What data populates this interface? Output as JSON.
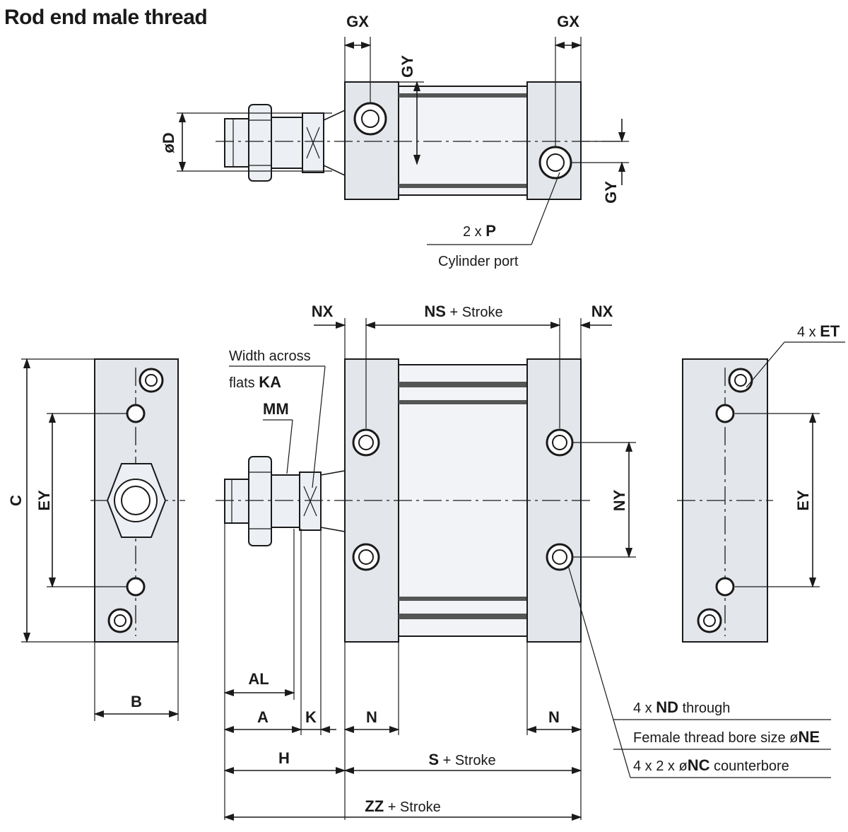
{
  "title": "Rod end male thread",
  "top_view": {
    "gx_left": "GX",
    "gx_right": "GX",
    "gy_top": "GY",
    "gy_right": "GY",
    "diameter_d": "øD",
    "port_count": "2 x ",
    "port_symbol": "P",
    "port_label": "Cylinder port"
  },
  "front_view": {
    "nx_left": "NX",
    "nx_right": "NX",
    "ns": "NS",
    "ns_suffix": " + Stroke",
    "width_across_line1": "Width across",
    "width_across_line2": "flats ",
    "ka": "KA",
    "mm": "MM",
    "ny": "NY",
    "al": "AL",
    "a": "A",
    "k": "K",
    "n_left": "N",
    "n_right": "N",
    "h": "H",
    "s": "S",
    "s_suffix": " + Stroke",
    "zz": "ZZ",
    "zz_suffix": " + Stroke"
  },
  "left_view": {
    "c": "C",
    "ey": "EY",
    "b": "B"
  },
  "right_view": {
    "et_prefix": "4 x ",
    "et": "ET",
    "ey": "EY"
  },
  "notes": {
    "nd_prefix": "4 x ",
    "nd": "ND",
    "nd_suffix": " through",
    "ne_text": "Female thread bore size ø",
    "ne": "NE",
    "nc_prefix": "4 x 2 x ø",
    "nc": "NC",
    "nc_suffix": " counterbore"
  }
}
